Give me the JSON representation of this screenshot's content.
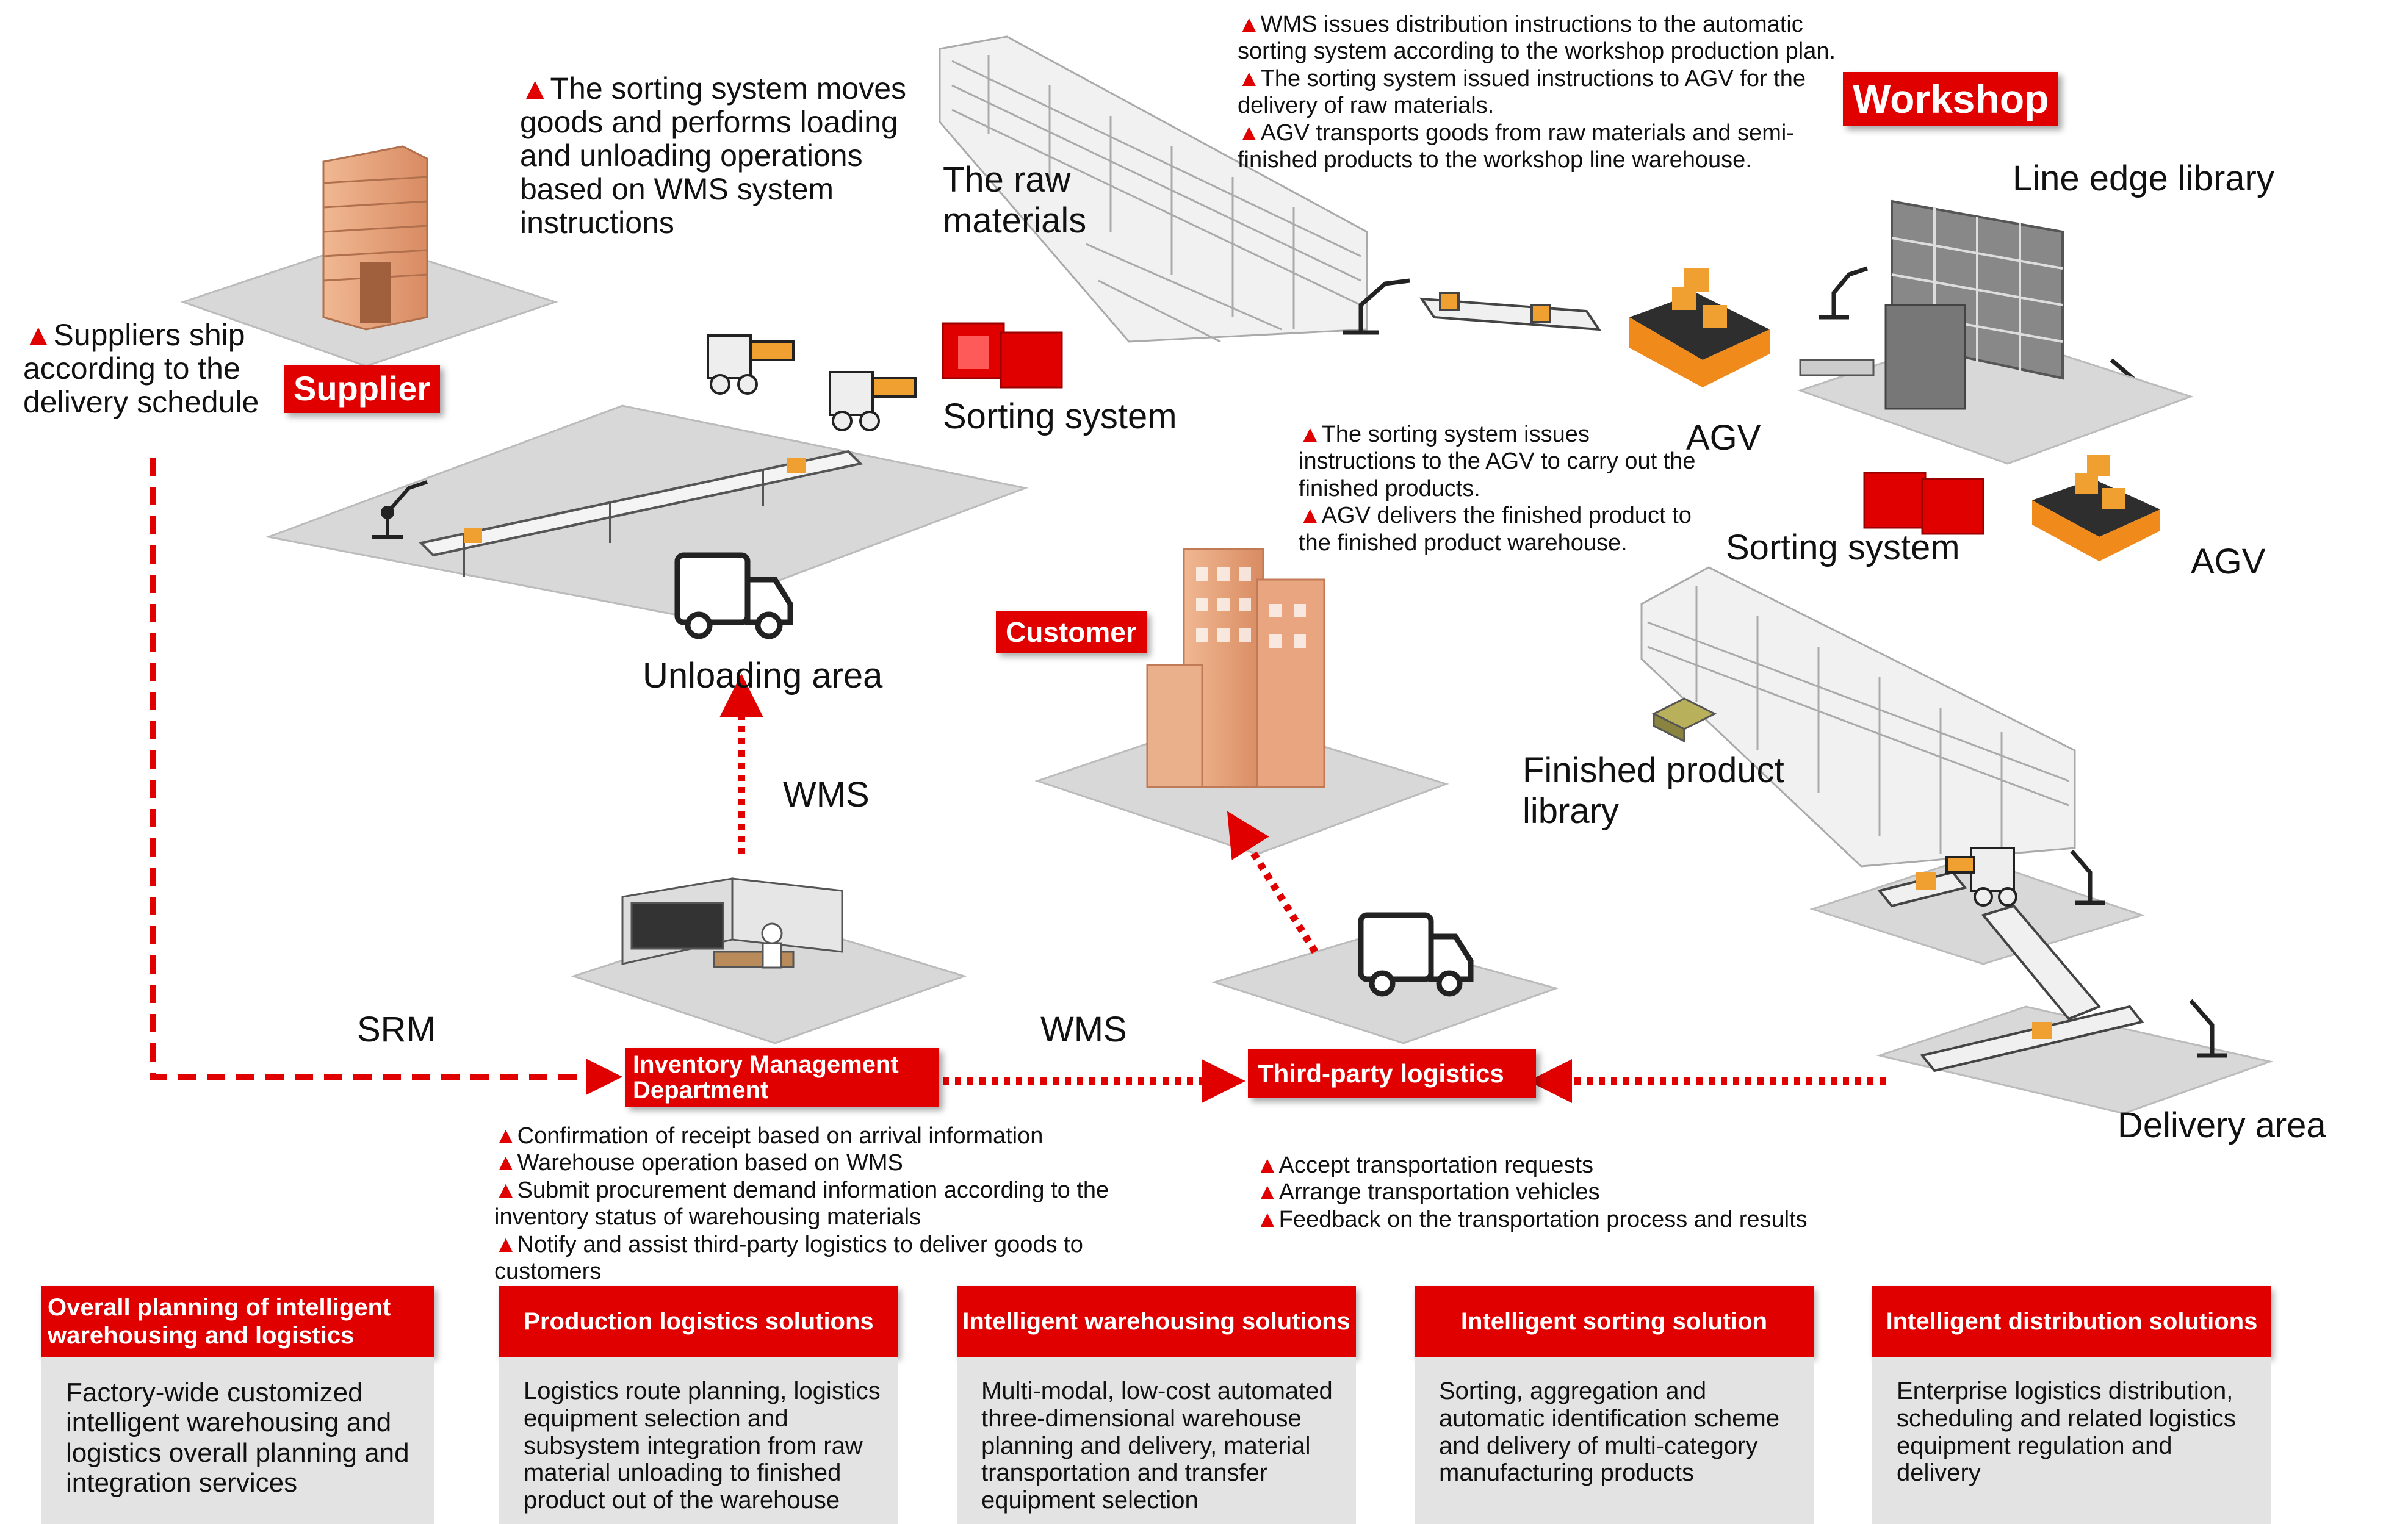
{
  "colors": {
    "accent": "#e10000",
    "platform": "#dcdcdc",
    "card_body": "#e3e3e3",
    "building": "#e8a57f"
  },
  "tags": {
    "supplier": "Supplier",
    "workshop": "Workshop",
    "customer": "Customer",
    "inventory": "Inventory Management Department",
    "third_party": "Third-party logistics"
  },
  "labels": {
    "raw_materials": "The raw materials",
    "sorting_system_1": "Sorting system",
    "sorting_system_2": "Sorting system",
    "unloading_area": "Unloading area",
    "line_edge_library": "Line edge library",
    "agv_1": "AGV",
    "agv_2": "AGV",
    "finished_product_library": "Finished product library",
    "delivery_area": "Delivery area",
    "wms_1": "WMS",
    "wms_2": "WMS",
    "srm": "SRM"
  },
  "notes": {
    "sorting_moves": [
      "The sorting system moves goods and performs loading and unloading operations based on WMS system instructions"
    ],
    "suppliers_ship": [
      "Suppliers ship according to the delivery schedule"
    ],
    "wms_issues": [
      "WMS issues distribution instructions to the automatic sorting system according to the workshop production plan.",
      "The sorting system issued instructions to AGV for the delivery of raw materials.",
      "AGV transports goods from raw materials and semi-finished products to the workshop line warehouse."
    ],
    "finished_products": [
      "The sorting system issues instructions to the AGV to carry out the finished products.",
      "AGV delivers the finished product to the finished product warehouse."
    ],
    "inventory_tasks": [
      "Confirmation of receipt based on arrival information",
      "Warehouse operation based on WMS",
      "Submit procurement demand information according to the inventory status of warehousing materials",
      "Notify and assist third-party logistics to deliver goods to customers"
    ],
    "logistics_tasks": [
      "Accept transportation requests",
      "Arrange transportation vehicles",
      "Feedback on the transportation process and results"
    ]
  },
  "cards": [
    {
      "title": "Overall planning of intelligent warehousing and logistics",
      "body": "Factory-wide customized intelligent warehousing and logistics overall planning and integration services"
    },
    {
      "title": "Production logistics solutions",
      "body": "Logistics route planning, logistics equipment selection and subsystem integration from raw material unloading to finished product out of the warehouse"
    },
    {
      "title": "Intelligent warehousing solutions",
      "body": "Multi-modal, low-cost automated three-dimensional warehouse planning and delivery, material transportation and transfer equipment selection"
    },
    {
      "title": "Intelligent sorting solution",
      "body": "Sorting, aggregation and automatic identification scheme and delivery of multi-category manufacturing products"
    },
    {
      "title": "Intelligent distribution solutions",
      "body": "Enterprise logistics distribution, scheduling and related logistics equipment regulation and delivery"
    }
  ],
  "icons": [
    "supplier-building-icon",
    "customer-building-icon",
    "truck-icon",
    "forklift-icon",
    "robot-arm-icon",
    "agv-icon",
    "sorting-box-icon",
    "conveyor-icon",
    "rack-warehouse-icon",
    "control-desk-icon",
    "triangle-bullet-icon"
  ]
}
